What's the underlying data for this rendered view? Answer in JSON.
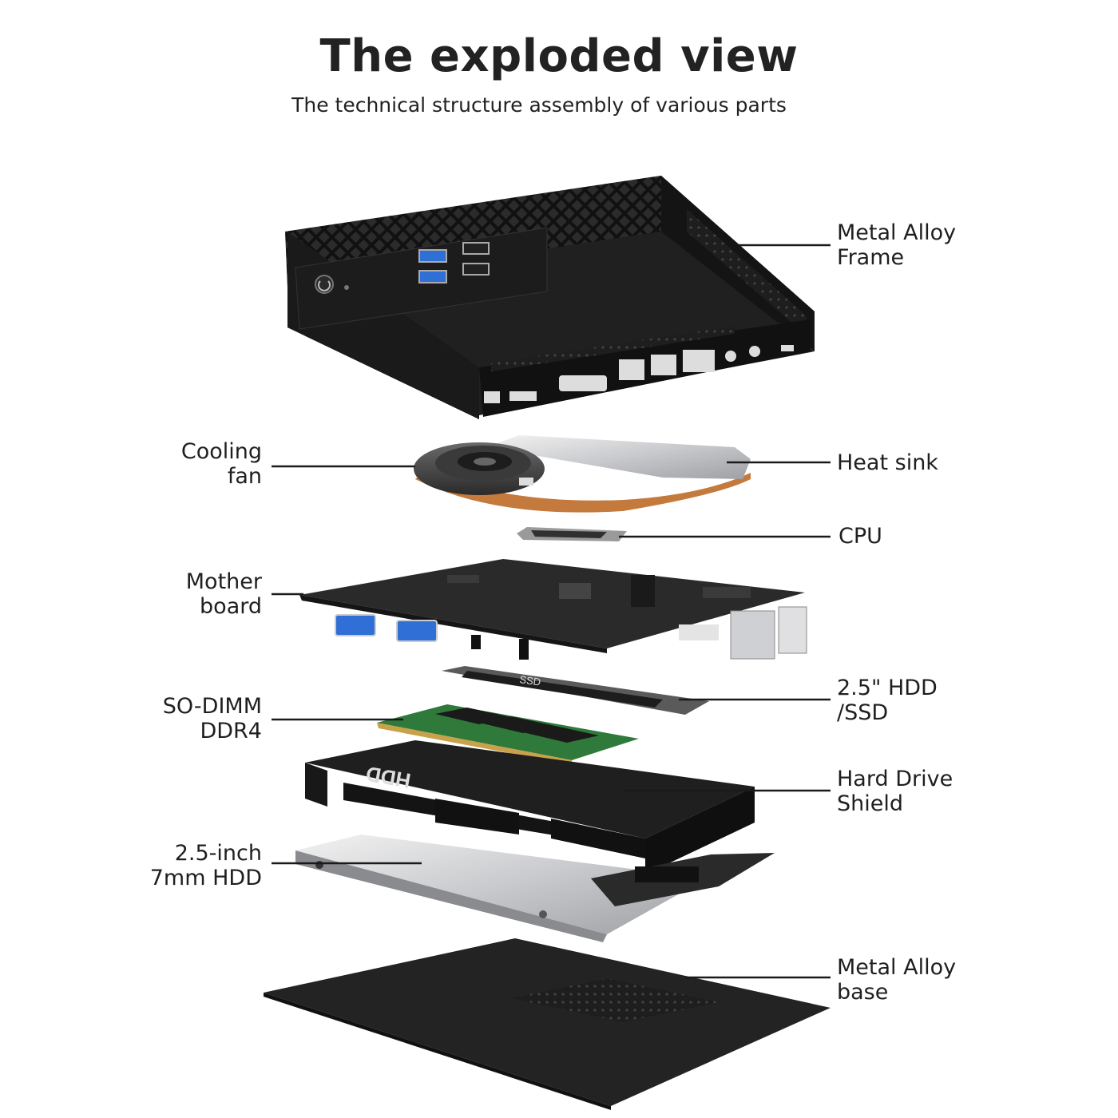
{
  "header": {
    "title": "The exploded view",
    "subtitle": "The technical structure assembly of various parts"
  },
  "labels": {
    "frame": [
      "Metal Alloy",
      "Frame"
    ],
    "fan": [
      "Cooling",
      "fan"
    ],
    "heatsink": [
      "Heat sink"
    ],
    "cpu": [
      "CPU"
    ],
    "motherboard": [
      "Mother",
      "board"
    ],
    "ssd": [
      "2.5\" HDD",
      "/SSD"
    ],
    "ram": [
      "SO-DIMM",
      "DDR4"
    ],
    "shield": [
      "Hard Drive",
      "Shield"
    ],
    "hdd": [
      "2.5-inch",
      "7mm HDD"
    ],
    "base": [
      "Metal Alloy",
      "base"
    ]
  },
  "part_text": {
    "ssd_print": "SSD",
    "shield_print": "HDD"
  },
  "colors": {
    "chassis": "#1c1c1c",
    "board": "#2a2a2a",
    "ram_pcb": "#2f7a3a",
    "usb_blue": "#2f6fd6",
    "copper": "#c47a3c",
    "hdd_silver": "#d9dadc"
  }
}
